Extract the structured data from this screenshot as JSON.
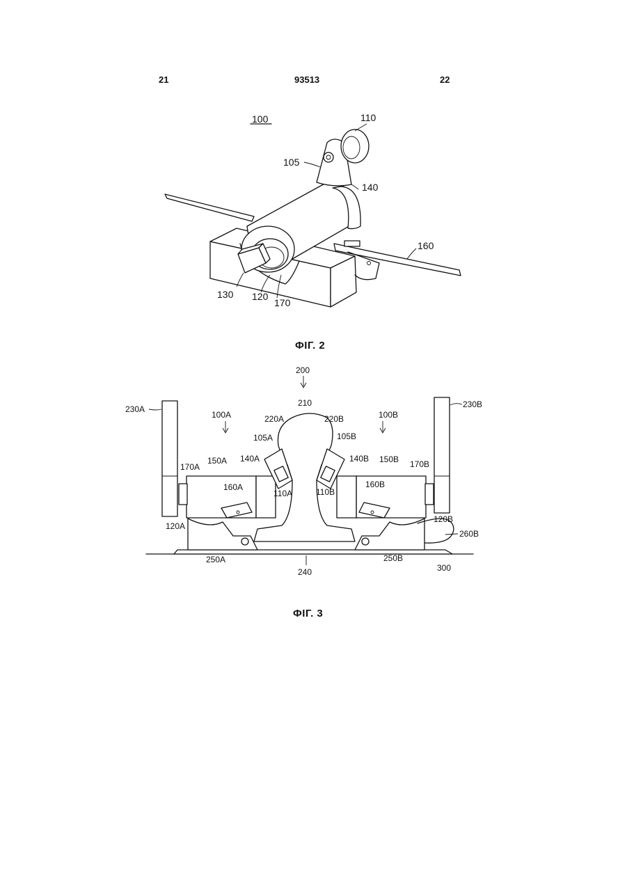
{
  "header": {
    "left_page": "21",
    "patent_number": "93513",
    "right_page": "22"
  },
  "figure2": {
    "caption": "ФІГ. 2",
    "labels": {
      "assembly": "100",
      "roller": "110",
      "arm": "105",
      "collar": "140",
      "strap": "160",
      "block": "130",
      "shaft": "120",
      "bearing": "170"
    }
  },
  "figure3": {
    "caption": "ФІГ. 3",
    "labels": {
      "system": "200",
      "rail_head": "210",
      "left_panel": "230A",
      "right_panel": "230B",
      "left_unit": "100A",
      "right_unit": "100B",
      "left_contact": "220A",
      "right_contact": "220B",
      "left_arm": "105A",
      "right_arm": "105B",
      "left_collar": "140A",
      "right_collar": "140B",
      "left_body": "150A",
      "right_body": "150B",
      "left_bearing": "170A",
      "right_bearing": "170B",
      "left_strap": "160A",
      "right_strap": "160B",
      "left_roller": "110A",
      "right_roller": "110B",
      "left_shaft": "120A",
      "right_shaft": "120B",
      "left_bracket": "250A",
      "right_bracket": "250B",
      "cable": "260B",
      "base_plate": "240",
      "ground": "300"
    }
  }
}
